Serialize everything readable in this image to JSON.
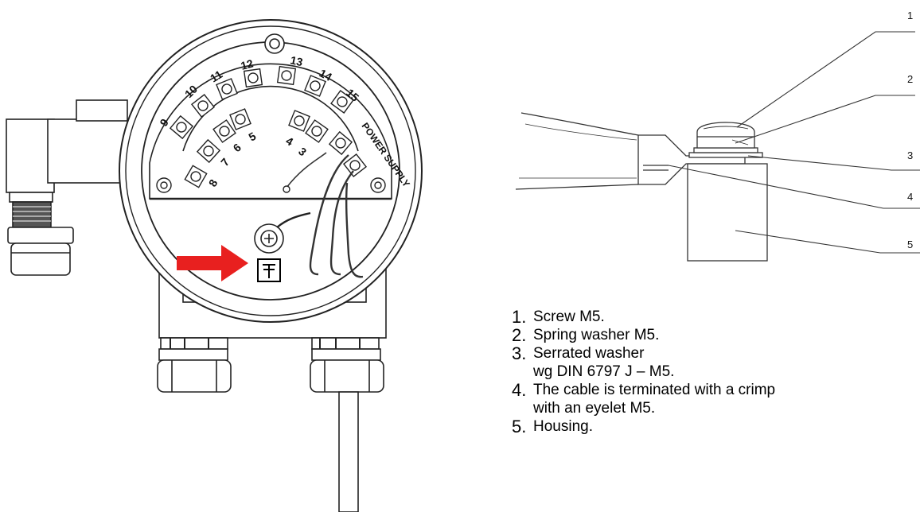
{
  "left_figure": {
    "terminal_labels": [
      "8",
      "7",
      "6",
      "5",
      "4",
      "3",
      "9",
      "10",
      "11",
      "12",
      "13",
      "14",
      "15"
    ],
    "power_supply_label": "POWER SUPPLY",
    "arrow_color": "#e8201f"
  },
  "right_figure": {
    "callouts": [
      "1",
      "2",
      "3",
      "4",
      "5"
    ]
  },
  "legend": {
    "items": [
      {
        "num": "1.",
        "lines": [
          "Screw M5."
        ]
      },
      {
        "num": "2.",
        "lines": [
          "Spring washer M5."
        ]
      },
      {
        "num": "3.",
        "lines": [
          "Serrated washer",
          "wg DIN 6797 J – M5."
        ]
      },
      {
        "num": "4.",
        "lines": [
          "The cable is terminated with a crimp",
          "with an eyelet M5."
        ]
      },
      {
        "num": "5.",
        "lines": [
          "Housing."
        ]
      }
    ]
  }
}
